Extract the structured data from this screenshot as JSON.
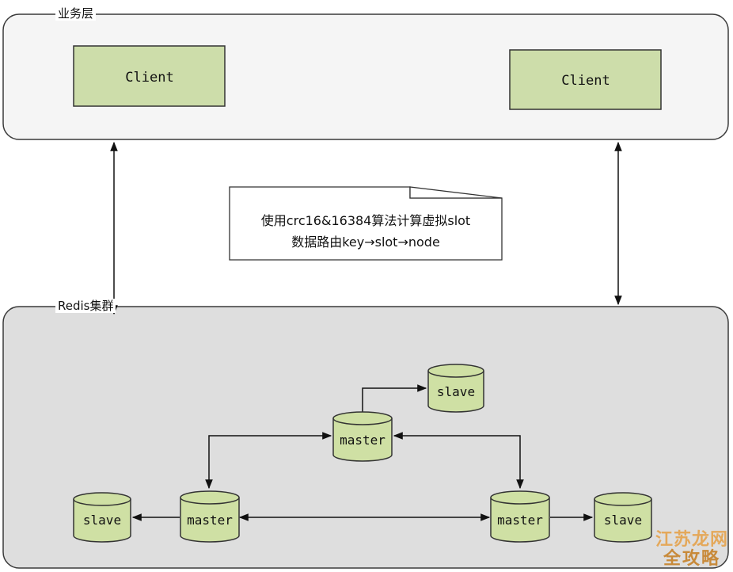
{
  "groups": {
    "business_layer": "业务层",
    "redis_cluster": "Redis集群"
  },
  "clients": [
    {
      "label": "Client"
    },
    {
      "label": "Client"
    }
  ],
  "note": {
    "line1": "使用crc16&16384算法计算虚拟slot",
    "line2": "数据路由key→slot→node"
  },
  "nodes": {
    "master_center": "master",
    "master_left": "master",
    "master_right": "master",
    "slave_top": "slave",
    "slave_left": "slave",
    "slave_right": "slave"
  },
  "watermark": {
    "line1": "江苏龙网",
    "line2": "全攻略"
  },
  "colors": {
    "client_fill": "#cdddaa",
    "node_fill": "#cfe0a4",
    "cluster_bg": "#dedede",
    "business_bg": "#f5f5f5",
    "stroke": "#3a3a3a"
  }
}
